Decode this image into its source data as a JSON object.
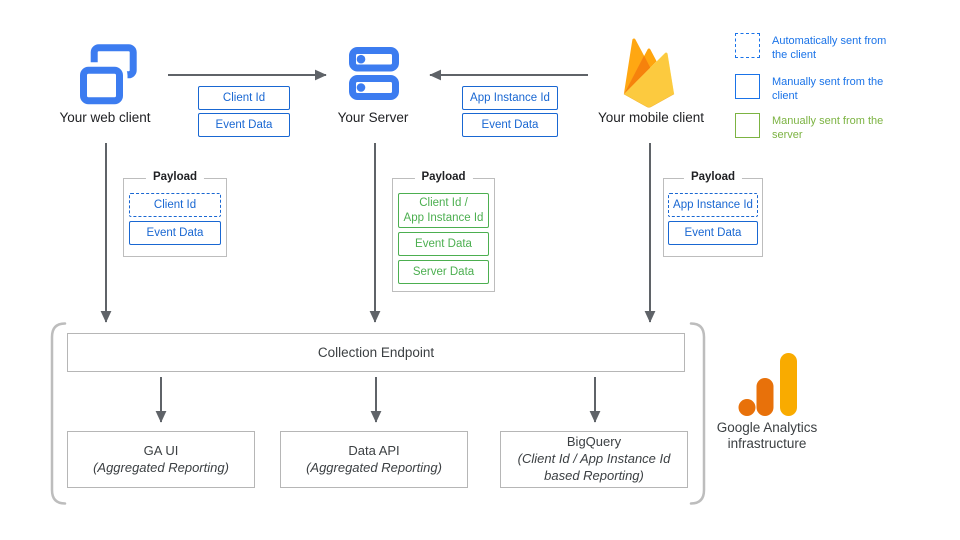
{
  "nodes": {
    "web": {
      "label": "Your web client"
    },
    "server": {
      "label": "Your Server"
    },
    "mobile": {
      "label": "Your mobile client"
    }
  },
  "flow_labels": {
    "web_to_server": {
      "items": [
        "Client Id",
        "Event Data"
      ]
    },
    "mobile_to_server": {
      "items": [
        "App Instance Id",
        "Event Data"
      ]
    }
  },
  "legend": {
    "items": [
      {
        "label": "Automatically sent from the client",
        "style": "dashed-blue"
      },
      {
        "label": "Manually sent from the client",
        "style": "solid-blue"
      },
      {
        "label": "Manually sent from the server",
        "style": "solid-green"
      }
    ]
  },
  "payloads": {
    "web": {
      "title": "Payload",
      "items": [
        "Client Id",
        "Event Data"
      ]
    },
    "server": {
      "title": "Payload",
      "item1_line1": "Client Id /",
      "item1_line2": "App Instance Id",
      "item2": "Event Data",
      "item3": "Server Data"
    },
    "mobile": {
      "title": "Payload",
      "items": [
        "App Instance Id",
        "Event Data"
      ]
    }
  },
  "infrastructure": {
    "endpoint": "Collection Endpoint",
    "outputs": [
      {
        "title": "GA UI",
        "subtitle": "(Aggregated Reporting)"
      },
      {
        "title": "Data API",
        "subtitle": "(Aggregated Reporting)"
      },
      {
        "title": "BigQuery",
        "subtitle": "(Client Id / App Instance Id based Reporting)"
      }
    ],
    "brand_label": "Google Analytics infrastructure"
  },
  "colors": {
    "icon_blue": "#3C7CF0",
    "box_blue": "#1967D2",
    "legend_blue": "#1A73E8",
    "box_green": "#4CAF50",
    "legend_green": "#7CB342",
    "arrow_gray": "#5F6368",
    "border_gray": "#B6B6B6",
    "text_dark": "#3C4043",
    "ga_orange": "#E8710A",
    "ga_amber": "#F9AB00"
  }
}
